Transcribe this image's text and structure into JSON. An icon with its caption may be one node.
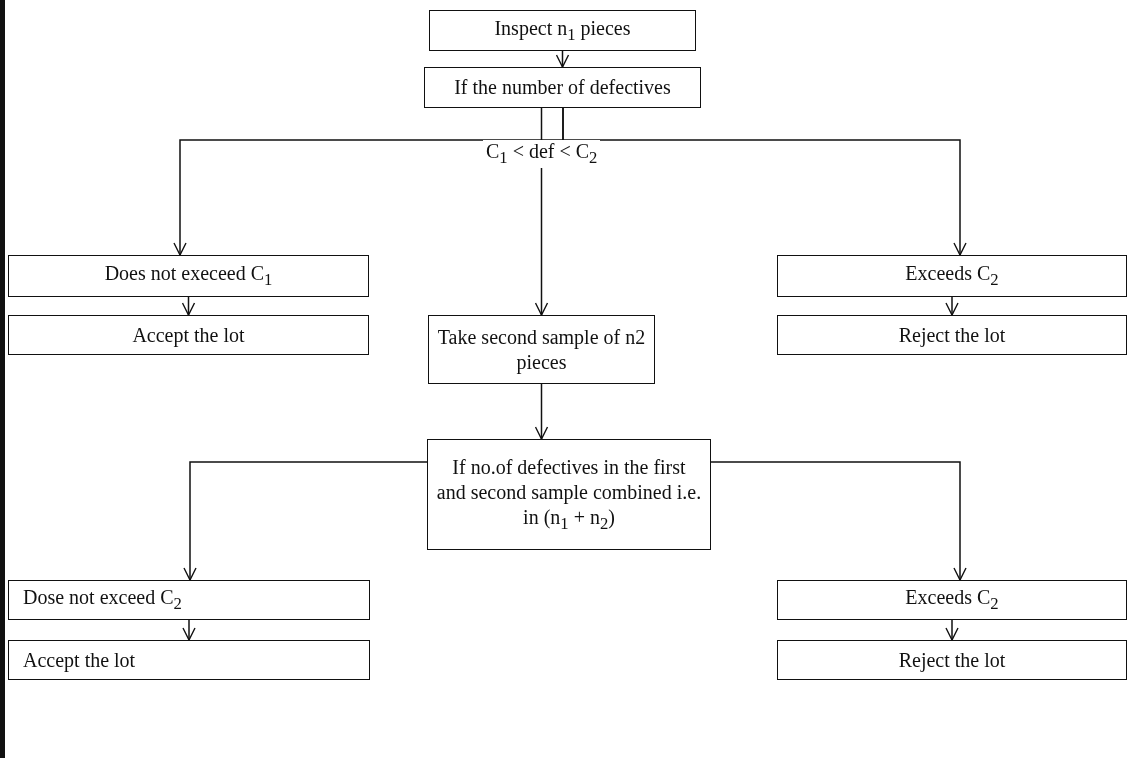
{
  "diagram": {
    "nodes": [
      {
        "text": [
          "Inspect n$_{1}$ pieces"
        ]
      },
      {
        "text": [
          "If the number of defectives"
        ]
      },
      {
        "text": [
          "Does not execeed C$_{1}$"
        ]
      },
      {
        "text": [
          "Accept the lot"
        ]
      },
      {
        "text": [
          "Exceeds C$_{2}$"
        ]
      },
      {
        "text": [
          "Reject the lot"
        ]
      },
      {
        "text": [
          "Take second sample of n2 pieces"
        ]
      },
      {
        "text": [
          "If no.of defectives in the first and second sample combined i.e. in (n$_{1}$ + n$_{2}$)"
        ]
      },
      {
        "text": [
          "Dose not exceed C$_{2}$"
        ]
      },
      {
        "text": [
          "Accept the lot"
        ]
      },
      {
        "text": [
          "Exceeds C$_{2}$"
        ]
      },
      {
        "text": [
          "Reject the lot"
        ]
      }
    ],
    "edges": [
      {
        "from": 0,
        "to": 1,
        "arrow": "to"
      },
      {
        "from": 1,
        "to": 2,
        "arrow": "to"
      },
      {
        "from": 1,
        "to": 6,
        "arrow": "to",
        "label": "C$_{1}$ < def < C$_{2}$"
      },
      {
        "from": 1,
        "to": 4,
        "arrow": "to"
      },
      {
        "from": 2,
        "to": 3,
        "arrow": "to"
      },
      {
        "from": 4,
        "to": 5,
        "arrow": "to"
      },
      {
        "from": 6,
        "to": 7,
        "arrow": "to"
      },
      {
        "from": 7,
        "to": 8,
        "arrow": "to"
      },
      {
        "from": 7,
        "to": 10,
        "arrow": "to"
      },
      {
        "from": 8,
        "to": 9,
        "arrow": "to"
      },
      {
        "from": 10,
        "to": 11,
        "arrow": "to"
      }
    ]
  }
}
